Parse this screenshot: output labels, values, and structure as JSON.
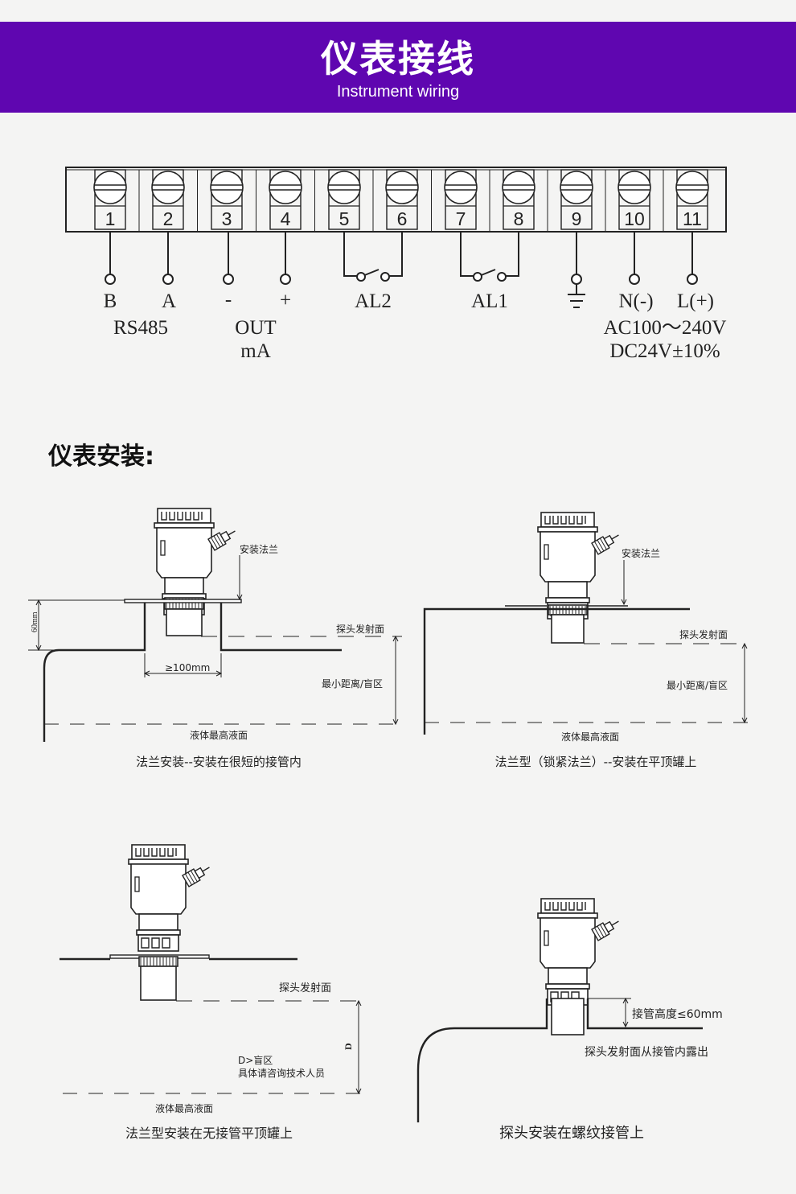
{
  "header": {
    "title": "仪表接线",
    "subtitle": "Instrument wiring"
  },
  "terminals": [
    "1",
    "2",
    "3",
    "4",
    "5",
    "6",
    "7",
    "8",
    "9",
    "10",
    "11"
  ],
  "wiring_labels": {
    "b": "B",
    "a": "A",
    "minus": "-",
    "plus": "+",
    "al2": "AL2",
    "al1": "AL1",
    "n": "N(-)",
    "l": "L(+)",
    "rs485": "RS485",
    "out": "OUT",
    "ma": "mA",
    "ac": "AC100～240V",
    "dc": "DC24V±10%"
  },
  "install": {
    "title": "仪表安装:",
    "d1": {
      "flange": "安装法兰",
      "dim_60": "60mm",
      "probe_face": "探头发射面",
      "min_dist": "最小距离/盲区",
      "dim_100": "≥100mm",
      "max_level": "液体最高液面",
      "caption": "法兰安装--安装在很短的接管内"
    },
    "d2": {
      "flange": "安装法兰",
      "probe_face": "探头发射面",
      "min_dist": "最小距离/盲区",
      "max_level": "液体最高液面",
      "caption": "法兰型（锁紧法兰）--安装在平顶罐上"
    },
    "d3": {
      "probe_face": "探头发射面",
      "d": "D",
      "d_note1": "D>盲区",
      "d_note2": "具体请咨询技术人员",
      "max_level": "液体最高液面",
      "caption": "法兰型安装在无接管平顶罐上"
    },
    "d4": {
      "pipe_height": "接管高度≤60mm",
      "exposed": "探头发射面从接管内露出",
      "caption": "探头安装在螺纹接管上"
    }
  }
}
